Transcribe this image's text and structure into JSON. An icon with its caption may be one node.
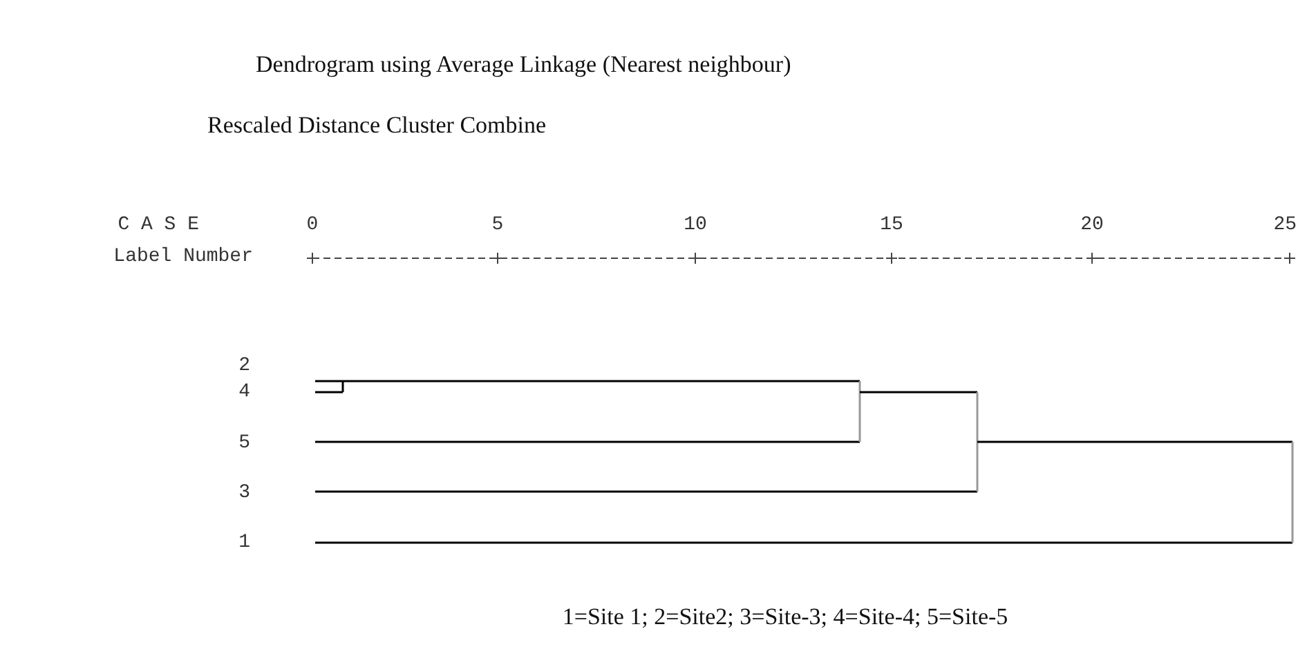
{
  "diagram": {
    "title": "Dendrogram using Average Linkage (Nearest neighbour)",
    "caption": "1=Site 1; 2=Site2; 3=Site-3; 4=Site-4; 5=Site-5",
    "labels": [
      "Rescaled Distance Cluster Combine",
      "C A S E",
      "0",
      "5",
      "10",
      "15",
      "20",
      "25",
      "Label Number",
      "2",
      "4",
      "5",
      "3",
      "1"
    ]
  }
}
